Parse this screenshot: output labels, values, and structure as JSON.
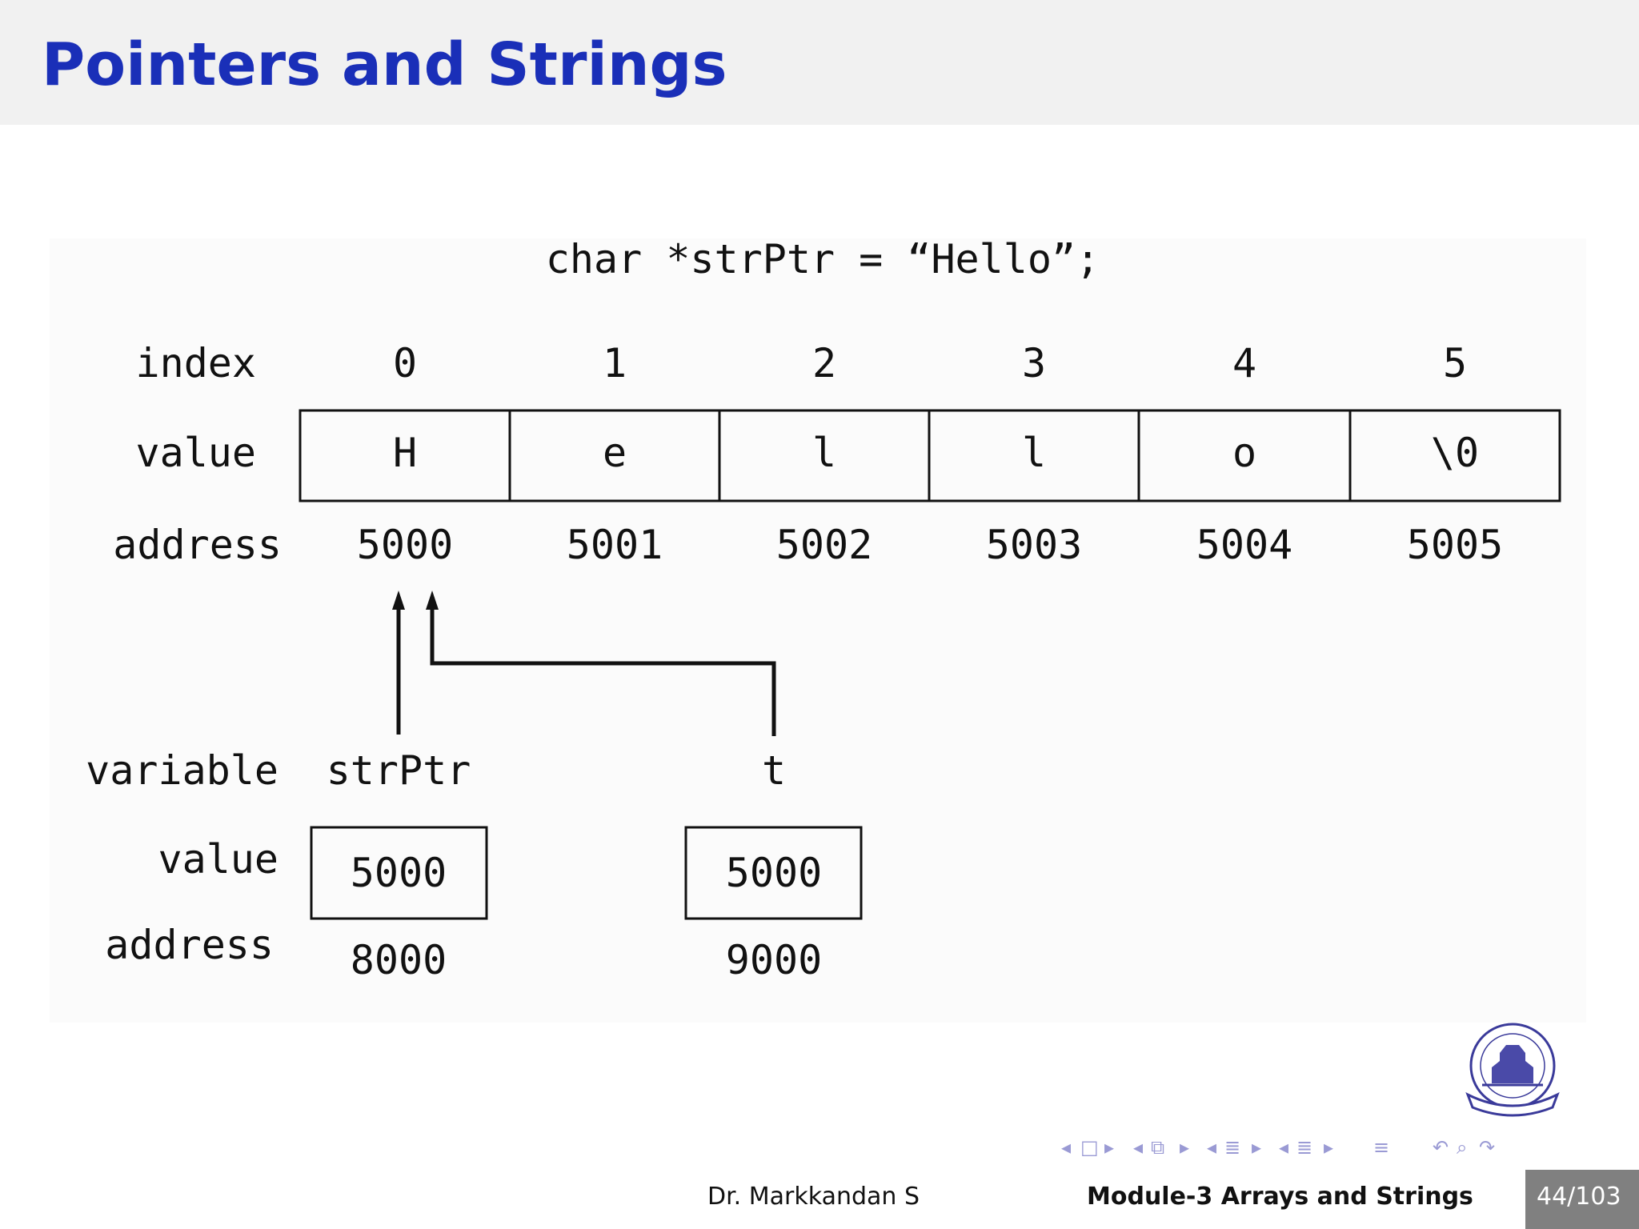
{
  "slide": {
    "title": "Pointers and Strings",
    "author": "Dr. Markkandan S",
    "module": "Module-3  Arrays and Strings",
    "page": "44/103"
  },
  "figure": {
    "declaration": "char *strPtr = “Hello”;",
    "array": {
      "row_labels": {
        "index": "index",
        "value": "value",
        "address": "address"
      },
      "cells": [
        {
          "index": "0",
          "value": "H",
          "address": "5000"
        },
        {
          "index": "1",
          "value": "e",
          "address": "5001"
        },
        {
          "index": "2",
          "value": "l",
          "address": "5002"
        },
        {
          "index": "3",
          "value": "l",
          "address": "5003"
        },
        {
          "index": "4",
          "value": "o",
          "address": "5004"
        },
        {
          "index": "5",
          "value": "\\0",
          "address": "5005"
        }
      ]
    },
    "pointers": {
      "row_labels": {
        "variable": "variable",
        "value": "value",
        "address": "address"
      },
      "vars": [
        {
          "name": "strPtr",
          "value": "5000",
          "address": "8000"
        },
        {
          "name": "t",
          "value": "5000",
          "address": "9000"
        }
      ]
    }
  },
  "nav_icons": [
    "triangle-left-icon",
    "frame-icon",
    "triangle-right-icon",
    "triangle-left-icon",
    "stack-icon",
    "triangle-right-icon",
    "triangle-left-icon",
    "section-icon",
    "triangle-right-icon",
    "triangle-left-icon",
    "subsection-icon",
    "triangle-right-icon",
    "align-icon",
    "undo-icon",
    "search-icon",
    "redo-icon"
  ],
  "colors": {
    "title": "#1a2fb8",
    "nav": "#9a9ad4",
    "page_box": "#808080"
  }
}
